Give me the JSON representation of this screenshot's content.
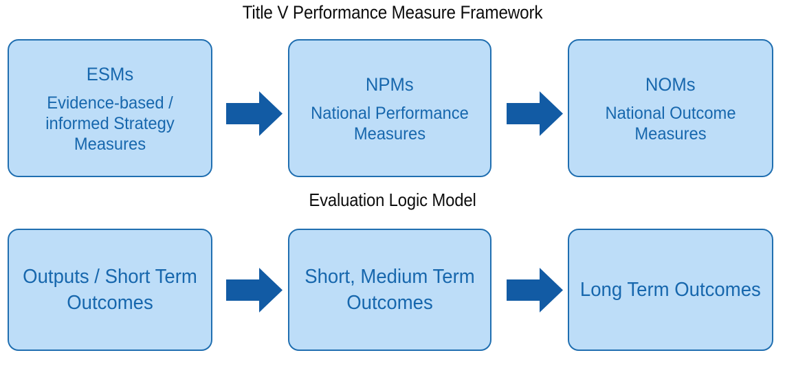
{
  "diagram": {
    "sections": [
      {
        "id": "framework",
        "title": "Title V Performance Measure Framework",
        "boxes": [
          {
            "acronym": "ESMs",
            "desc": "Evidence-based / informed Strategy Measures"
          },
          {
            "acronym": "NPMs",
            "desc": "National Performance Measures"
          },
          {
            "acronym": "NOMs",
            "desc": "National Outcome Measures"
          }
        ]
      },
      {
        "id": "logic_model",
        "title": "Evaluation Logic Model",
        "boxes": [
          {
            "acronym": "",
            "desc": "Outputs / Short Term Outcomes"
          },
          {
            "acronym": "",
            "desc": "Short, Medium Term Outcomes"
          },
          {
            "acronym": "",
            "desc": "Long Term Outcomes"
          }
        ]
      }
    ],
    "arrows": [
      {
        "name": "arrow-esms-to-npms",
        "direction": "right"
      },
      {
        "name": "arrow-npms-to-noms",
        "direction": "right"
      },
      {
        "name": "arrow-outputs-to-short-medium",
        "direction": "right"
      },
      {
        "name": "arrow-short-medium-to-long",
        "direction": "right"
      }
    ]
  },
  "colors": {
    "box_fill": "#bdddf8",
    "box_border": "#1f6eb0",
    "box_text": "#1767ad",
    "arrow_fill": "#125ba4",
    "title_text": "#0d0d0d",
    "background": "#ffffff"
  }
}
